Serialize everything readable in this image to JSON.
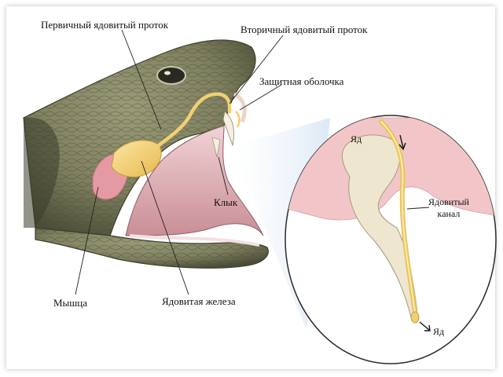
{
  "labels": {
    "primary_duct": "Первичный ядовитый проток",
    "secondary_duct": "Вторичный ядовитый проток",
    "sheath": "Защитная оболочка",
    "fang": "Клык",
    "muscle": "Мышца",
    "venom_gland": "Ядовитая железа",
    "venom_canal_line1": "Ядовитый",
    "venom_canal_line2": "канал",
    "venom_top": "Яд",
    "venom_bottom": "Яд"
  },
  "colors": {
    "snake_scales": "#7d7f5e",
    "snake_dark": "#3c3d2c",
    "mouth_pink": "#d9a7ad",
    "gland_yellow": "#f3d37a",
    "muscle_pink": "#e59aa3",
    "gum_pink": "#f2c6c8",
    "fang_ivory": "#efe6cf",
    "callout_blue": "#cfe0f2"
  },
  "icons": [
    "arrow-down-icon",
    "arrow-out-icon"
  ]
}
